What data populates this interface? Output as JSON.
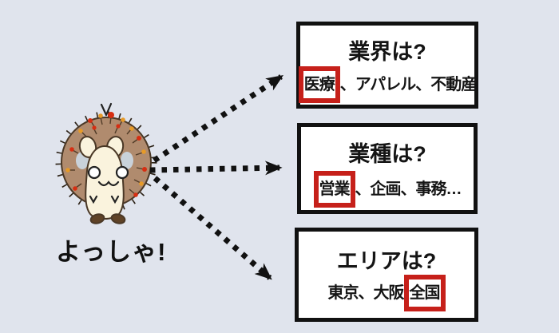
{
  "speaker": {
    "character": "hedgehog",
    "speech": "よっしゃ!"
  },
  "boxes": [
    {
      "title": "業界は?",
      "pre": "",
      "highlight": "医療",
      "post": "、アパレル、不動産"
    },
    {
      "title": "業種は?",
      "pre": "",
      "highlight": "営業",
      "post": "、企画、事務…"
    },
    {
      "title": "エリアは?",
      "pre": "東京、大阪",
      "highlight": "全国",
      "post": ""
    }
  ],
  "colors": {
    "background": "#e0e4ed",
    "box_background": "#ffffff",
    "box_border": "#111111",
    "highlight_border": "#c6201a",
    "text": "#151515",
    "arrow": "#111111",
    "hedgehog_body": "#b08b6e",
    "hedgehog_face": "#faf3dd",
    "pin_red": "#d62e12",
    "pin_orange": "#e69a28"
  }
}
